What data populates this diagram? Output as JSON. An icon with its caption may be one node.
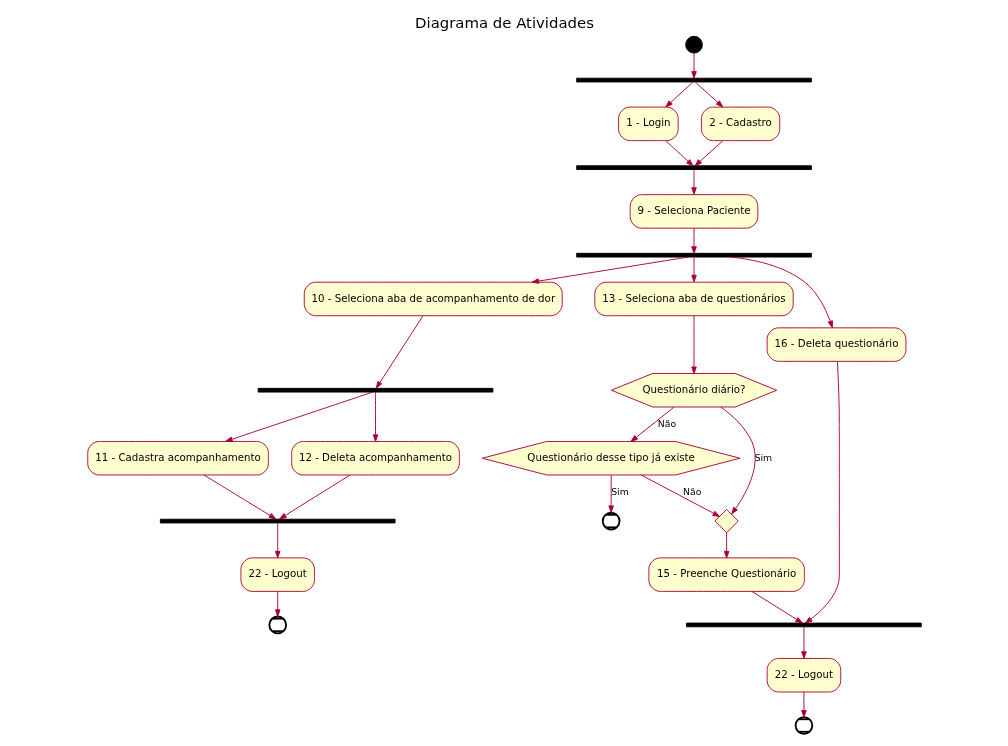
{
  "diagram": {
    "title": "Diagrama de Atividades",
    "nodes": [
      {
        "text": [],
        "shape": "circle"
      },
      {
        "text": [],
        "shape": "bar"
      },
      {
        "text": [
          "1 - Login"
        ]
      },
      {
        "text": [
          "2 - Cadastro"
        ]
      },
      {
        "text": [],
        "shape": "bar"
      },
      {
        "text": [
          "9 - Seleciona Paciente"
        ]
      },
      {
        "text": [],
        "shape": "bar"
      },
      {
        "text": [
          "10 - Seleciona aba de acompanhamento de dor"
        ]
      },
      {
        "text": [],
        "shape": "bar"
      },
      {
        "text": [
          "11 - Cadastra acompanhamento"
        ]
      },
      {
        "text": [
          "12 - Deleta acompanhamento"
        ]
      },
      {
        "text": [],
        "shape": "bar"
      },
      {
        "text": [
          "22 - Logout"
        ]
      },
      {
        "text": [],
        "shape": "circle"
      },
      {
        "text": [
          "13 - Seleciona aba de questionários"
        ]
      },
      {
        "text": [
          "Questionário diário?"
        ]
      },
      {
        "text": [
          "Questionário desse tipo já existe"
        ]
      },
      {
        "text": [],
        "shape": "circle"
      },
      {
        "text": [],
        "shape": "diamond"
      },
      {
        "text": [
          "15 - Preenche Questionário"
        ]
      },
      {
        "text": [
          "16 - Deleta questionário"
        ]
      },
      {
        "text": [],
        "shape": "bar"
      },
      {
        "text": [
          "22 - Logout"
        ]
      },
      {
        "text": [],
        "shape": "circle"
      }
    ],
    "edges": [
      {
        "from": 0,
        "to": 1,
        "arrow": "to"
      },
      {
        "from": 1,
        "to": 2,
        "arrow": "to"
      },
      {
        "from": 1,
        "to": 3,
        "arrow": "to"
      },
      {
        "from": 2,
        "to": 4,
        "arrow": "to"
      },
      {
        "from": 3,
        "to": 4,
        "arrow": "to"
      },
      {
        "from": 4,
        "to": 5,
        "arrow": "to"
      },
      {
        "from": 5,
        "to": 6,
        "arrow": "to"
      },
      {
        "from": 6,
        "to": 7,
        "arrow": "to"
      },
      {
        "from": 6,
        "to": 14,
        "arrow": "to"
      },
      {
        "from": 6,
        "to": 20,
        "arrow": "to"
      },
      {
        "from": 7,
        "to": 8,
        "arrow": "to"
      },
      {
        "from": 8,
        "to": 9,
        "arrow": "to"
      },
      {
        "from": 8,
        "to": 10,
        "arrow": "to"
      },
      {
        "from": 9,
        "to": 11,
        "arrow": "to"
      },
      {
        "from": 10,
        "to": 11,
        "arrow": "to"
      },
      {
        "from": 11,
        "to": 12,
        "arrow": "to"
      },
      {
        "from": 12,
        "to": 13,
        "arrow": "to"
      },
      {
        "from": 14,
        "to": 15,
        "arrow": "to"
      },
      {
        "from": 15,
        "to": 16,
        "arrow": "to",
        "label": "Não"
      },
      {
        "from": 15,
        "to": 18,
        "arrow": "to",
        "label": "Sim"
      },
      {
        "from": 16,
        "to": 17,
        "arrow": "to",
        "label": "Sim"
      },
      {
        "from": 16,
        "to": 18,
        "arrow": "to",
        "label": "Não"
      },
      {
        "from": 18,
        "to": 19,
        "arrow": "to"
      },
      {
        "from": 19,
        "to": 21,
        "arrow": "to"
      },
      {
        "from": 20,
        "to": 21,
        "arrow": "to"
      },
      {
        "from": 21,
        "to": 22,
        "arrow": "to"
      },
      {
        "from": 22,
        "to": 23,
        "arrow": "to"
      }
    ]
  }
}
